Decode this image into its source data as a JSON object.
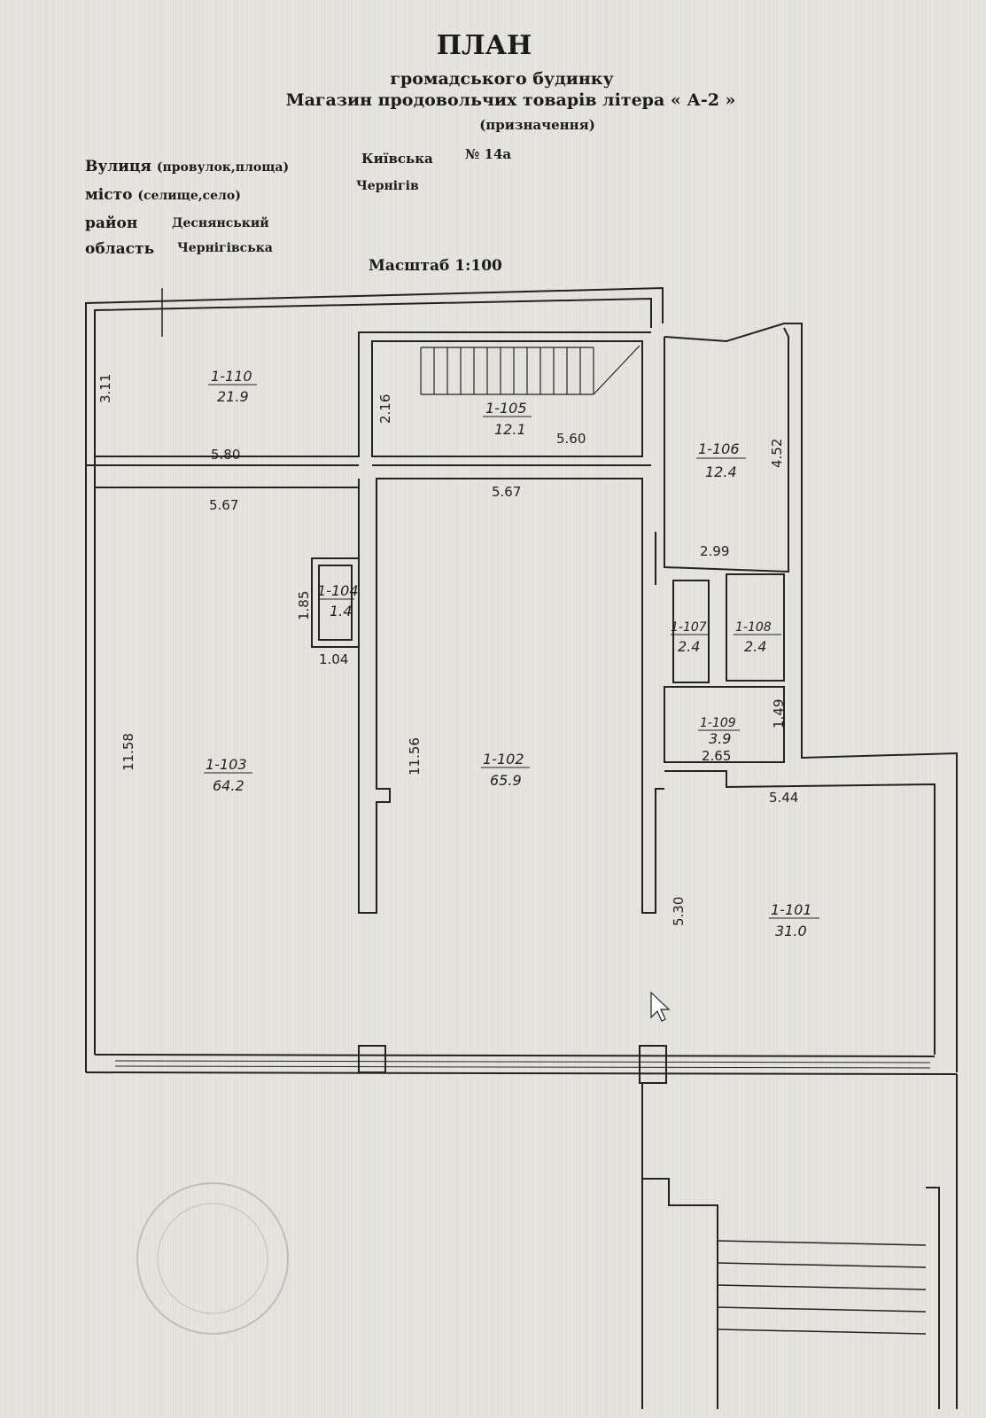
{
  "header": {
    "title": "ПЛАН",
    "subtitle": "громадського будинку",
    "purpose": "Магазин продовольчих товарів  літера « А-2 »",
    "purpose_note": "(призначення)"
  },
  "address": {
    "street_label": "Вулиця",
    "street_note": "(провулок,площа)",
    "street": "Київська",
    "number": "№ 14а",
    "city_label": "місто",
    "city_note": "(селище,село)",
    "city": "Чернігів",
    "district_label": "район",
    "district": "Деснянський",
    "region_label": "область",
    "region": "Чернігівська"
  },
  "scale": "Масштаб 1:100",
  "rooms": [
    {
      "id": "1-110",
      "area": "21.9"
    },
    {
      "id": "1-105",
      "area": "12.1"
    },
    {
      "id": "1-106",
      "area": "12.4"
    },
    {
      "id": "1-104",
      "area": "1.4"
    },
    {
      "id": "1-103",
      "area": "64.2"
    },
    {
      "id": "1-102",
      "area": "65.9"
    },
    {
      "id": "1-107",
      "area": "2.4"
    },
    {
      "id": "1-108",
      "area": "2.4"
    },
    {
      "id": "1-109",
      "area": "3.9"
    },
    {
      "id": "1-101",
      "area": "31.0"
    }
  ],
  "dimensions": [
    "3.11",
    "5.80",
    "2.16",
    "5.60",
    "4.52",
    "5.67",
    "5.67",
    "2.99",
    "1.85",
    "1.04",
    "11.58",
    "11.56",
    "1.49",
    "2.65",
    "5.44",
    "5.30"
  ]
}
